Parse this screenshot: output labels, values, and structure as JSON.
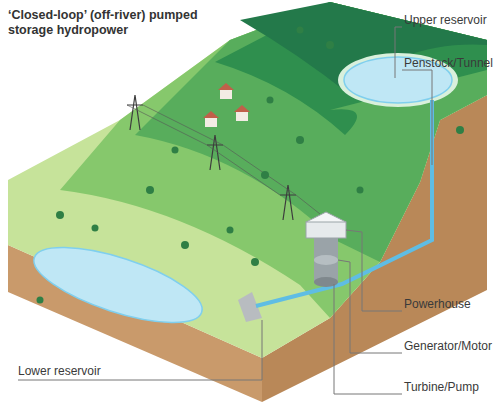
{
  "diagram": {
    "title": "‘Closed-loop’ (off-river) pumped storage hydropower",
    "labels": [
      "Upper reservoir",
      "Penstock/Tunnel",
      "Powerhouse",
      "Generator/Motor",
      "Turbine/Pump",
      "Lower reservoir"
    ]
  }
}
